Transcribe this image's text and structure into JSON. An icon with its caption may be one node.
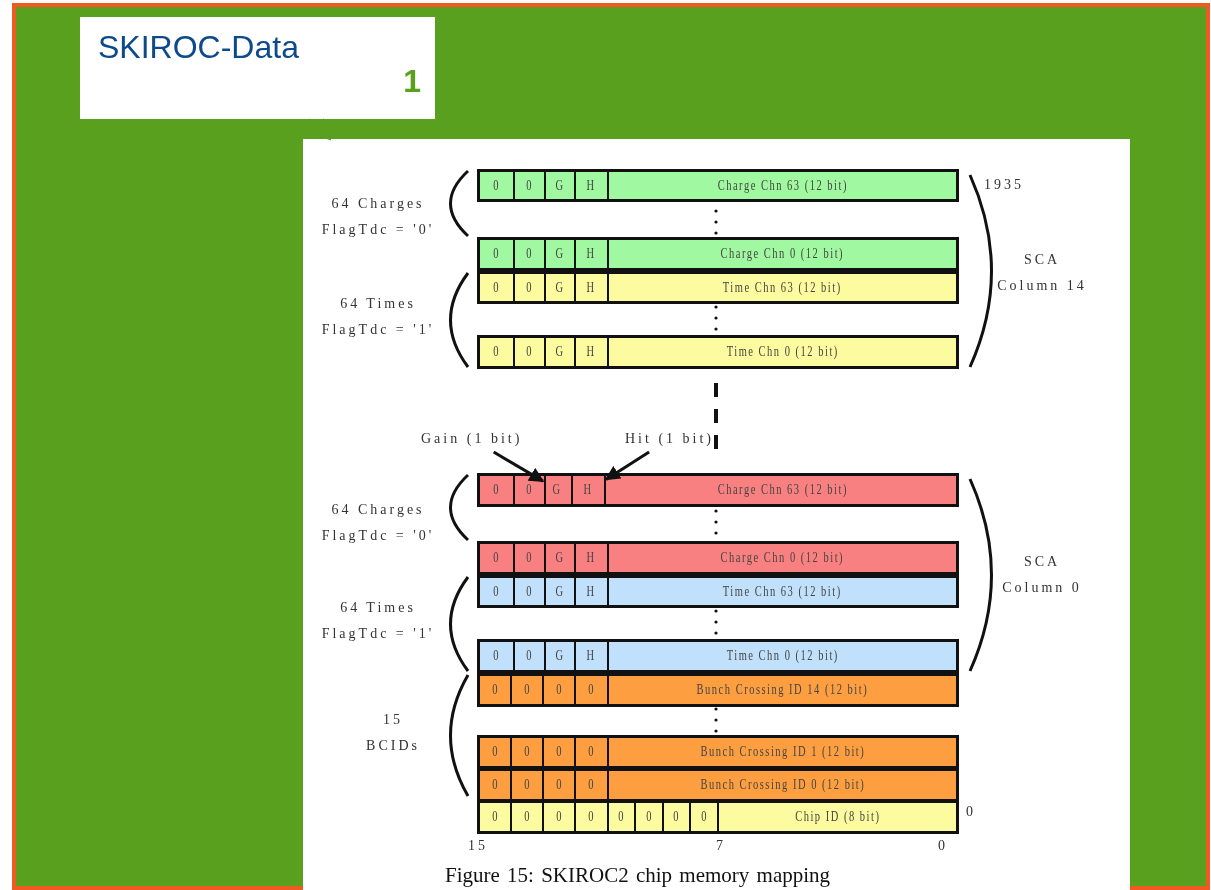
{
  "diagram": {
    "caption": "Figure 15: SKIROC2 chip memory mapping",
    "nodes": [
      {
        "text": [
          "SKIROC-Data",
          "1"
        ]
      },
      {
        "text": [],
        "shape": "box"
      },
      {
        "text": [
          "0",
          "0",
          "G",
          "H",
          "Charge Chn 63 (12 bit)"
        ],
        "in": 1
      },
      {
        "text": [
          "0",
          "0",
          "G",
          "H",
          "Charge Chn 0 (12 bit)"
        ],
        "in": 1
      },
      {
        "text": [
          "0",
          "0",
          "G",
          "H",
          "Time Chn 63 (12 bit)"
        ],
        "in": 1
      },
      {
        "text": [
          "0",
          "0",
          "G",
          "H",
          "Time Chn 0 (12 bit)"
        ],
        "in": 1
      },
      {
        "text": [
          "Gain (1 bit)"
        ],
        "in": 1
      },
      {
        "text": [
          "Hit (1 bit)"
        ],
        "in": 1
      },
      {
        "text": [
          "0",
          "0",
          "Charge Chn 63 (12 bit)"
        ],
        "in": 1
      },
      {
        "text": [
          "G"
        ],
        "in": 8
      },
      {
        "text": [
          "H"
        ],
        "in": 8
      },
      {
        "text": [
          "0",
          "0",
          "G",
          "H",
          "Charge Chn 0 (12 bit)"
        ],
        "in": 1
      },
      {
        "text": [
          "0",
          "0",
          "G",
          "H",
          "Time Chn 63 (12 bit)"
        ],
        "in": 1
      },
      {
        "text": [
          "0",
          "0",
          "G",
          "H",
          "Time Chn 0 (12 bit)"
        ],
        "in": 1
      },
      {
        "text": [
          "0",
          "0",
          "0",
          "0",
          "Bunch Crossing ID 14 (12 bit)"
        ],
        "in": 1
      },
      {
        "text": [
          "0",
          "0",
          "0",
          "0",
          "Bunch Crossing ID 1 (12 bit)"
        ],
        "in": 1
      },
      {
        "text": [
          "0",
          "0",
          "0",
          "0",
          "Bunch Crossing ID 0 (12 bit)"
        ],
        "in": 1
      },
      {
        "text": [
          "0",
          "0",
          "0",
          "0",
          "0",
          "0",
          "0",
          "0",
          "Chip ID (8 bit)"
        ],
        "in": 1
      }
    ],
    "edges": [
      {
        "from": 0,
        "to": 1,
        "arrow": "to",
        "color": "#58a01e"
      },
      {
        "from": 6,
        "to": 9,
        "arrow": "to"
      },
      {
        "from": 7,
        "to": 10,
        "arrow": "to"
      }
    ],
    "labels": [
      "64 Charges FlagTdc = '0'",
      "1935",
      "SCA Column 14",
      "64 Times FlagTdc = '1'",
      "64 Charges FlagTdc = '0'",
      "SCA Column 0",
      "64 Times FlagTdc = '1'",
      "15 BCIDs",
      "0",
      "15",
      "7",
      "0"
    ]
  }
}
